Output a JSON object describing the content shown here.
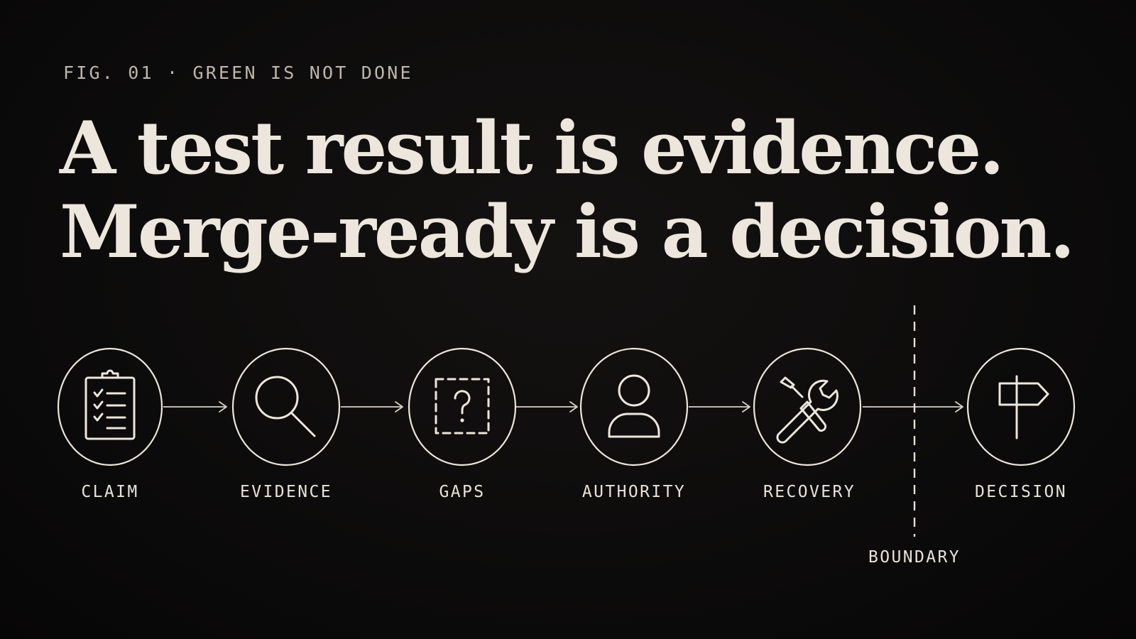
{
  "figure_label": "FIG. 01 · GREEN IS NOT DONE",
  "headline": {
    "line1": "A test result is evidence.",
    "line2": "Merge-ready is a decision."
  },
  "steps": [
    {
      "label": "CLAIM",
      "icon": "clipboard-checklist-icon"
    },
    {
      "label": "EVIDENCE",
      "icon": "magnifying-glass-icon"
    },
    {
      "label": "GAPS",
      "icon": "dashed-question-box-icon"
    },
    {
      "label": "AUTHORITY",
      "icon": "person-icon"
    },
    {
      "label": "RECOVERY",
      "icon": "wrench-screwdriver-icon"
    },
    {
      "label": "DECISION",
      "icon": "signpost-icon"
    }
  ],
  "boundary": {
    "label": "BOUNDARY"
  },
  "colors": {
    "background": "#0b0a0a",
    "foreground": "#ece6dc",
    "muted": "#bdb6ab"
  }
}
